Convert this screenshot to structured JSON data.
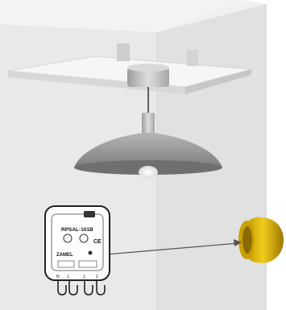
{
  "scene": {
    "description_free": true
  },
  "colors": {
    "wall_light": "#eeeeee",
    "wall_mid": "#e2e2e2",
    "wall_dark": "#cfcfcf",
    "shelf": "#f2f2f2",
    "lamp_shade": "#9a9a9a",
    "lamp_metal": "#c0c0c0",
    "junction_box": "#e0b400",
    "module_body": "#ffffff",
    "module_outline": "#222222",
    "arrow": "#555555"
  },
  "module": {
    "model": "RPSAL-101B",
    "brand": "ZAMEL",
    "ce": "CE",
    "terminals": [
      "N",
      "L",
      "1",
      "2"
    ]
  },
  "icons": {
    "ceiling_lamp": "ceiling-lamp-icon",
    "junction_box": "junction-box-icon",
    "module": "receiver-module-icon",
    "arrow": "arrow-icon"
  }
}
